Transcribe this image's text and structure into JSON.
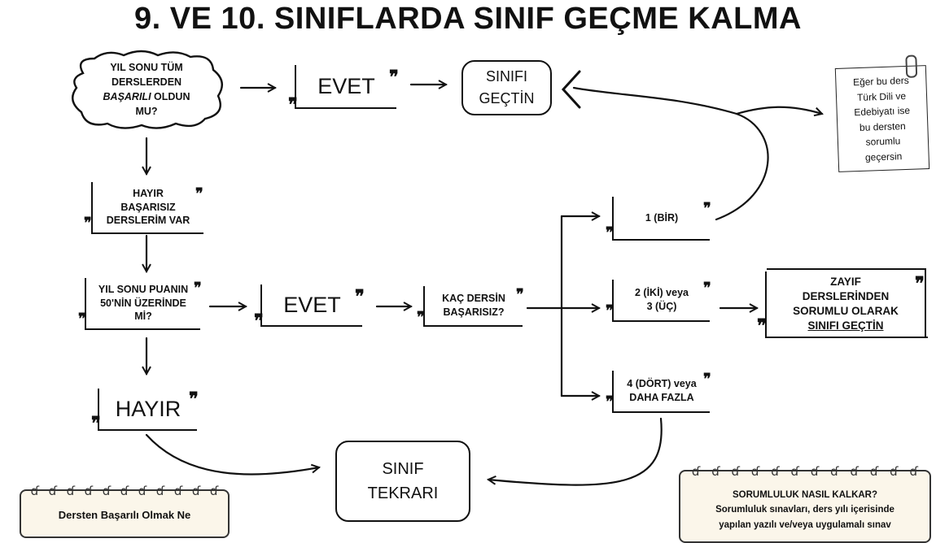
{
  "title": "9. VE 10. SINIFLARDA SINIF GEÇME KALMA",
  "start_question": [
    "YIL SONU TÜM",
    "DERSLERDEN",
    "BAŞARILI",
    "OLDUN",
    "MU?"
  ],
  "evet_1": "EVET",
  "passed": [
    "SINIFI",
    "GEÇTİN"
  ],
  "hayir_failed": [
    "HAYIR",
    "BAŞARISIZ",
    "DERSLERİM VAR"
  ],
  "score_question": [
    "YIL SONU PUANIN",
    "50'NİN ÜZERİNDE",
    "Mİ?"
  ],
  "evet_2": "EVET",
  "how_many": [
    "KAÇ DERSİN",
    "BAŞARISIZ?"
  ],
  "hayir_2": "HAYIR",
  "option_one": "1 (BİR)",
  "option_two_three": [
    "2 (İKİ) veya",
    "3 (ÜÇ)"
  ],
  "option_four_more": [
    "4 (DÖRT) veya",
    "DAHA FAZLA"
  ],
  "conditional_pass": [
    "ZAYIF",
    "DERSLERİNDEN",
    "SORUMLU OLARAK",
    "SINIFI GEÇTİN"
  ],
  "repeat": [
    "SINIF",
    "TEKRARI"
  ],
  "side_note": [
    "Eğer bu ders",
    "Türk Dili ve",
    "Edebiyatı ise",
    "bu dersten",
    "sorumlu",
    "geçersin"
  ],
  "note_left_title": "Dersten Başarılı Olmak Ne",
  "note_right": [
    "SORUMLULUK NASIL KALKAR?",
    "Sorumluluk sınavları, ders yılı içerisinde",
    "yapılan yazılı ve/veya uygulamalı sınav"
  ],
  "colors": {
    "ink": "#111111",
    "paper": "#fbf6ea"
  }
}
